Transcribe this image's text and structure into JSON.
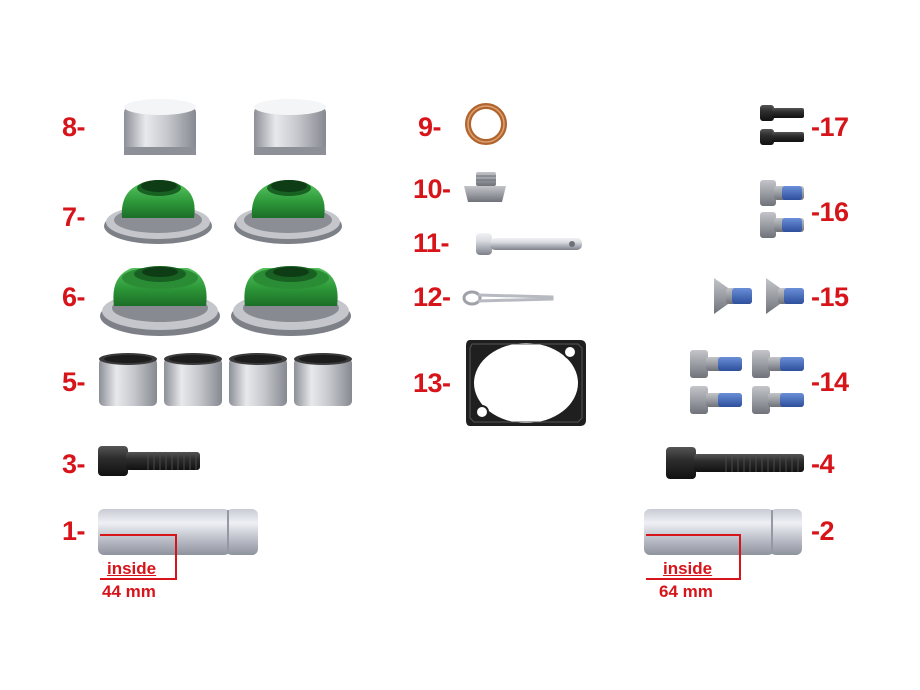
{
  "labels": {
    "p1": "1-",
    "p2": "-2",
    "p3": "3-",
    "p4": "-4",
    "p5": "5-",
    "p6": "6-",
    "p7": "7-",
    "p8": "8-",
    "p9": "9-",
    "p10": "10-",
    "p11": "11-",
    "p12": "12-",
    "p13": "13-",
    "p14": "-14",
    "p15": "-15",
    "p16": "-16",
    "p17": "-17"
  },
  "dimensions": {
    "left": {
      "line1": "inside",
      "line2": "44 mm"
    },
    "right": {
      "line1": "inside",
      "line2": "64 mm"
    }
  },
  "colors": {
    "label_red": "#d6141a",
    "seal_green": "#2e9a3a",
    "metal_silver": "#b9bcc2",
    "bolt_black": "#2a2a2a",
    "copper": "#b0652f"
  }
}
